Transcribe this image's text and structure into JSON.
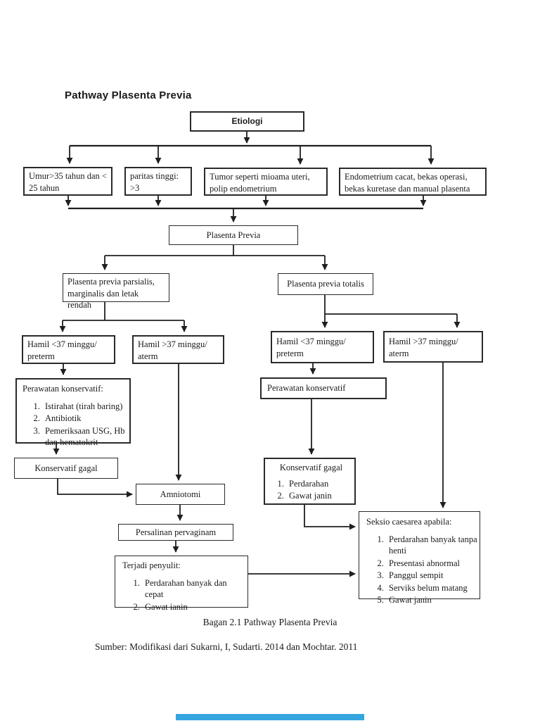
{
  "page": {
    "title": "Pathway Plasenta Previa",
    "caption": "Bagan 2.1 Pathway Plasenta Previa",
    "source": "Sumber: Modifikasi dari Sukarni, I, Sudarti. 2014 dan Mochtar. 2011",
    "background": "#ffffff",
    "line_color": "#1f1f1f",
    "scrollbar_color": "#36a4df"
  },
  "chart_data": {
    "type": "flowchart",
    "root": "Etiologi",
    "causes": [
      "Umur>35 tahun dan < 25 tahun",
      "paritas tinggi: >3",
      "Tumor seperti mioama uteri, polip endometrium",
      "Endometrium cacat, bekas operasi, bekas kuretase dan manual plasenta"
    ],
    "plasenta_previa": "Plasenta Previa",
    "parsialis": "Plasenta previa parsialis, marginalis dan letak rendah",
    "totalis": "Plasenta previa totalis",
    "hamil_preterm": "Hamil <37 minggu/ preterm",
    "hamil_aterm": "Hamil >37 minggu/ aterm",
    "perawatan_left": {
      "heading": "Perawatan konservatif:",
      "items": [
        "Istirahat (tirah baring)",
        "Antibiotik",
        "Pemeriksaan USG, Hb dan hematokrit"
      ]
    },
    "konservatif_gagal_left": "Konservatif gagal",
    "amniotomi": "Amniotomi",
    "persalinan": "Persalinan pervaginam",
    "penyulit": {
      "heading": "Terjadi penyulit:",
      "items": [
        "Perdarahan banyak dan cepat",
        "Gawat ianin"
      ]
    },
    "perawatan_right": "Perawatan konservatif",
    "konservatif_gagal_right": {
      "heading": "Konservatif gagal",
      "items": [
        "Perdarahan",
        "Gawat janin"
      ]
    },
    "seksio": {
      "heading": "Seksio caesarea apabila:",
      "items": [
        "Perdarahan banyak tanpa henti",
        "Presentasi abnormal",
        "Panggul sempit",
        "Serviks belum matang",
        "Gawat janin"
      ]
    }
  }
}
